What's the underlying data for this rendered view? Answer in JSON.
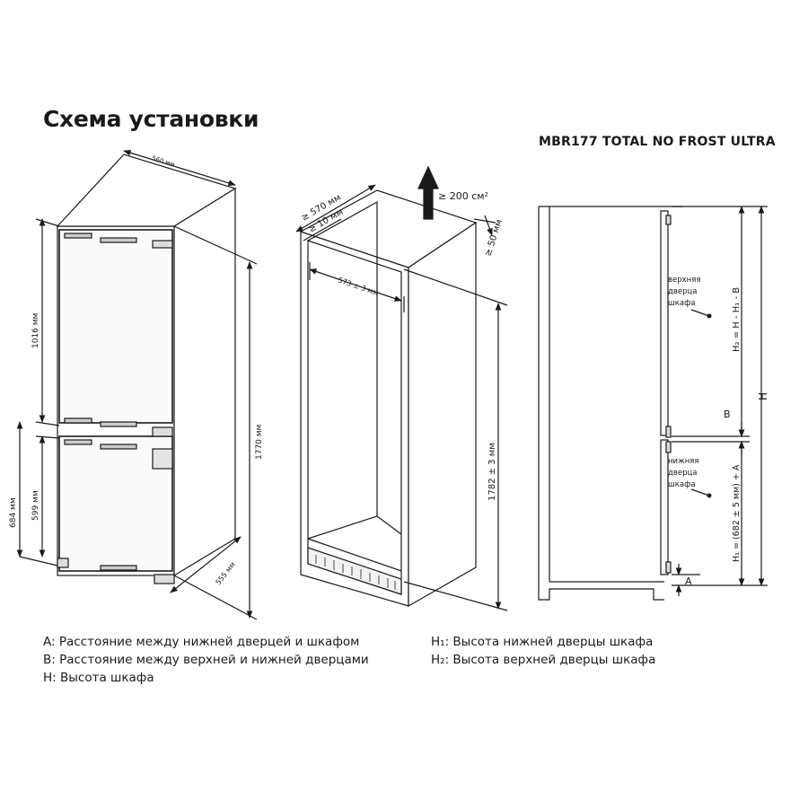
{
  "header": {
    "title": "Схема установки",
    "model": "MBR177 TOTAL NO FROST ULTRA"
  },
  "fridge": {
    "width": "560 мм",
    "height_upper": "1016 мм",
    "height_total": "1770 мм",
    "height_lower": "684 мм",
    "height_lower_door": "599 мм",
    "depth": "555 мм"
  },
  "niche": {
    "depth_min": "≥ 570 мм",
    "gap_rear": "≥ 10 мм",
    "vent_area": "≥ 200 см²",
    "gap_top": "≥ 50 мм",
    "width": "573 ± 3 мм",
    "height": "1782 ± 3 мм"
  },
  "side_view": {
    "upper_door_label": [
      "верхняя",
      "дверца",
      "шкафа"
    ],
    "lower_door_label": [
      "нижняя",
      "дверца",
      "шкафа"
    ],
    "h2_formula": "H₂ = H - H₁ - B",
    "h1_formula": "H₁ = (682 ± 5 мм) + A",
    "label_h": "H",
    "label_b": "B",
    "label_a": "A"
  },
  "legend": {
    "left": [
      "A: Расстояние между нижней дверцей и шкафом",
      "B: Расстояние между верхней и нижней дверцами",
      "H: Высота шкафа"
    ],
    "right": [
      "H₁: Высота нижней дверцы шкафа",
      "H₂: Высота верхней дверцы шкафа"
    ]
  }
}
